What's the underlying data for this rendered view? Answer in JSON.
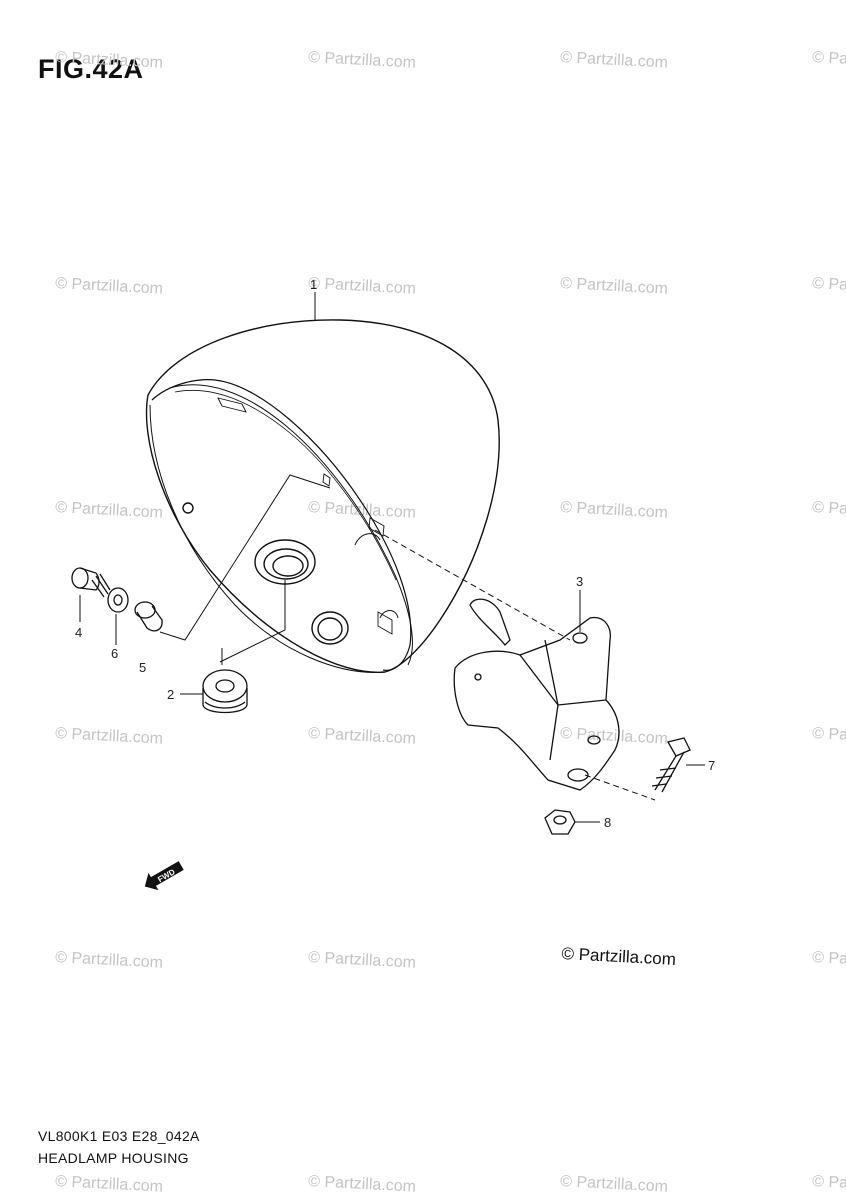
{
  "figure": {
    "title": "FIG.42A",
    "model_code": "VL800K1 E03 E28_042A",
    "name": "HEADLAMP HOUSING",
    "copyright": "© Partzilla.com",
    "watermark": "© Partzilla.com",
    "fwd_label": "FWD"
  },
  "callouts": [
    {
      "id": "1",
      "label": "1"
    },
    {
      "id": "2",
      "label": "2"
    },
    {
      "id": "3",
      "label": "3"
    },
    {
      "id": "4",
      "label": "4"
    },
    {
      "id": "5",
      "label": "5"
    },
    {
      "id": "6",
      "label": "6"
    },
    {
      "id": "7",
      "label": "7"
    },
    {
      "id": "8",
      "label": "8"
    }
  ]
}
